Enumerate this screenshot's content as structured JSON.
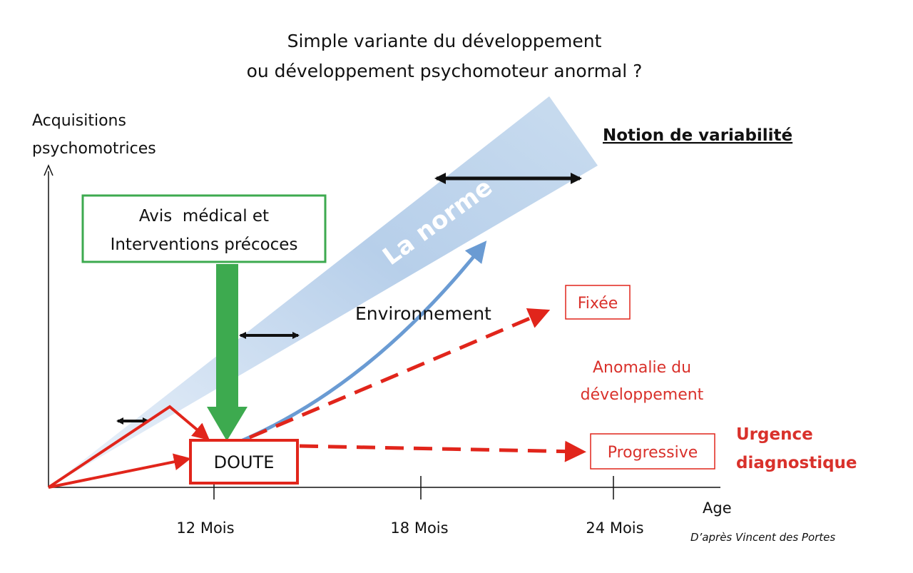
{
  "title": {
    "line1": "Simple variante du développement",
    "line2": "ou développement psychomoteur anormal ?"
  },
  "y_axis": {
    "line1": "Acquisitions",
    "line2": "psychomotrices"
  },
  "x_axis": {
    "label": "Age",
    "ticks": [
      "12 Mois",
      "18 Mois",
      "24 Mois"
    ]
  },
  "credit": "D’après Vincent des Portes",
  "notion": "Notion de variabilité",
  "norm_band": "La norme",
  "medical_box": {
    "line1": "Avis  médical et",
    "line2": "Interventions précoces"
  },
  "doubt_box": "DOUTE",
  "environment": "Environnement",
  "fixed_box": "Fixée",
  "anomaly": {
    "line1": "Anomalie du",
    "line2": "développement"
  },
  "progressive_box": "Progressive",
  "urgency": {
    "line1": "Urgence",
    "line2": "diagnostique"
  },
  "colors": {
    "red": "#e1251b",
    "green": "#3daa4f",
    "blue": "#6a9bd3",
    "band": "#c5d9ee"
  }
}
